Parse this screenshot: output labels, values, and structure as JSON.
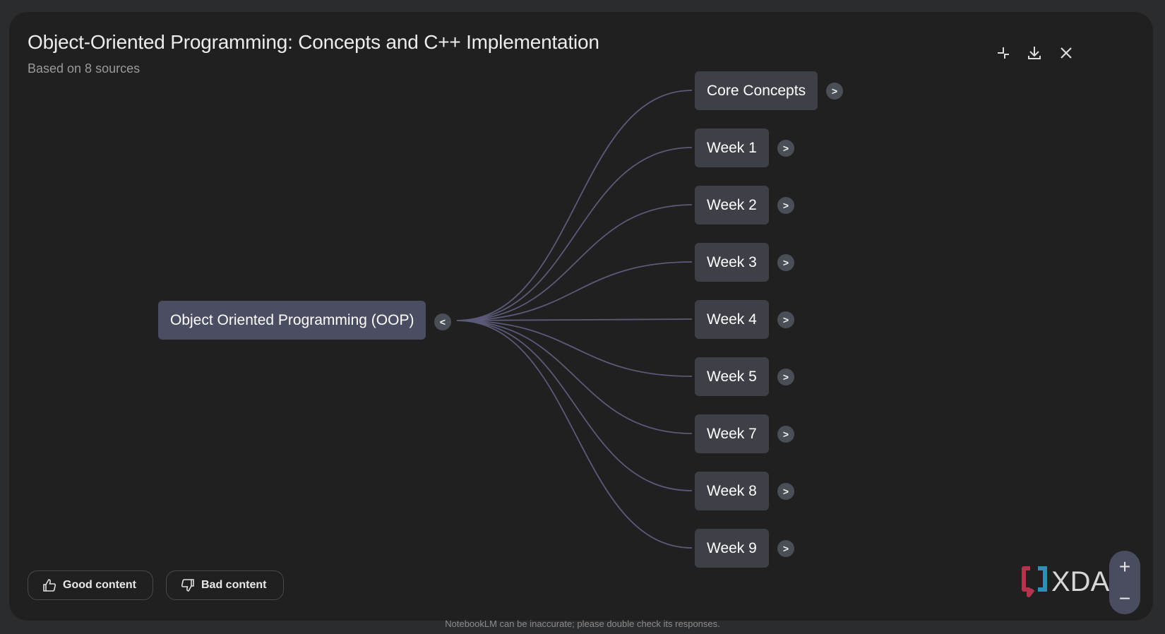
{
  "header": {
    "title": "Object-Oriented Programming: Concepts and C++ Implementation",
    "subtitle": "Based on 8 sources",
    "actions": [
      {
        "name": "collapse-icon"
      },
      {
        "name": "download-icon"
      },
      {
        "name": "close-icon"
      }
    ]
  },
  "mindmap": {
    "root": {
      "label": "Object Oriented Programming (OOP)",
      "toggle": "<"
    },
    "children": [
      {
        "label": "Core Concepts",
        "toggle": ">"
      },
      {
        "label": "Week 1",
        "toggle": ">"
      },
      {
        "label": "Week 2",
        "toggle": ">"
      },
      {
        "label": "Week 3",
        "toggle": ">"
      },
      {
        "label": "Week 4",
        "toggle": ">"
      },
      {
        "label": "Week 5",
        "toggle": ">"
      },
      {
        "label": "Week 7",
        "toggle": ">"
      },
      {
        "label": "Week 8",
        "toggle": ">"
      },
      {
        "label": "Week 9",
        "toggle": ">"
      }
    ]
  },
  "feedback": {
    "good_label": "Good content",
    "bad_label": "Bad content"
  },
  "zoom": {
    "in": "+",
    "out": "−"
  },
  "watermark": "XDA",
  "footer": "NotebookLM can be inaccurate; please double check its responses.",
  "colors": {
    "panel_bg": "#202020",
    "node_bg": "#3d4147",
    "root_bg": "#4b4d63",
    "edge": "#5b5a78"
  }
}
